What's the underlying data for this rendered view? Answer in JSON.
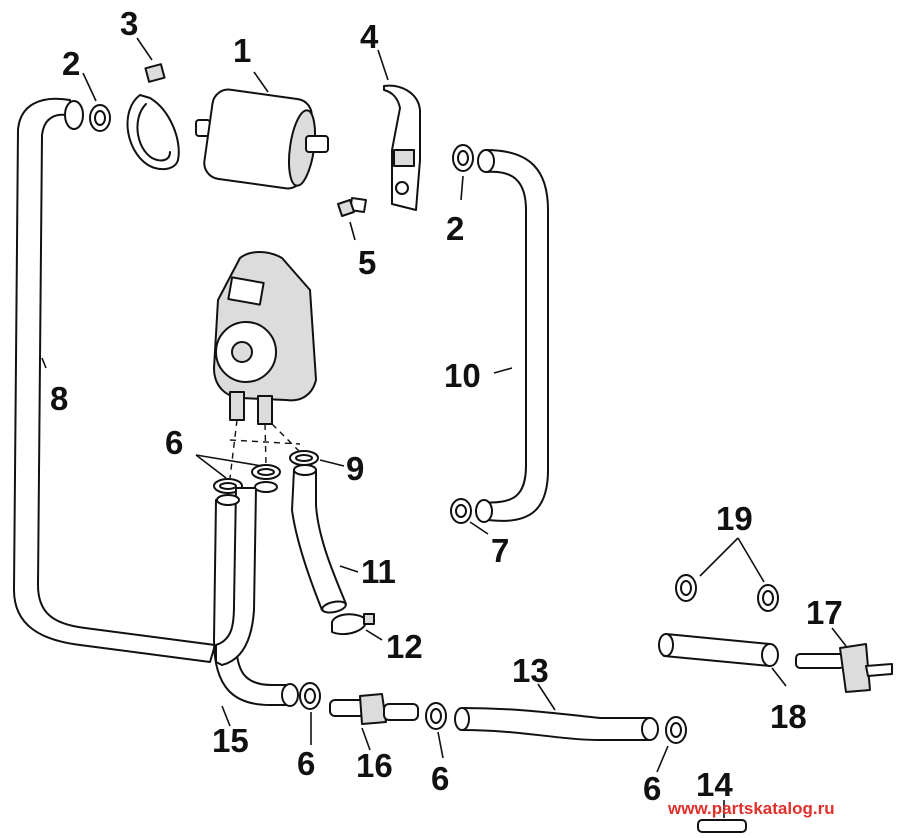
{
  "callouts": [
    {
      "key": "c1",
      "text": "1"
    },
    {
      "key": "c2a",
      "text": "2"
    },
    {
      "key": "c2b",
      "text": "2"
    },
    {
      "key": "c3",
      "text": "3"
    },
    {
      "key": "c4",
      "text": "4"
    },
    {
      "key": "c5",
      "text": "5"
    },
    {
      "key": "c6a",
      "text": "6"
    },
    {
      "key": "c6b",
      "text": "6"
    },
    {
      "key": "c6c",
      "text": "6"
    },
    {
      "key": "c6d",
      "text": "6"
    },
    {
      "key": "c7",
      "text": "7"
    },
    {
      "key": "c8",
      "text": "8"
    },
    {
      "key": "c9",
      "text": "9"
    },
    {
      "key": "c10",
      "text": "10"
    },
    {
      "key": "c11",
      "text": "11"
    },
    {
      "key": "c12",
      "text": "12"
    },
    {
      "key": "c13",
      "text": "13"
    },
    {
      "key": "c14",
      "text": "14"
    },
    {
      "key": "c15",
      "text": "15"
    },
    {
      "key": "c16",
      "text": "16"
    },
    {
      "key": "c17",
      "text": "17"
    },
    {
      "key": "c18",
      "text": "18"
    },
    {
      "key": "c19",
      "text": "19"
    }
  ],
  "watermark": "www.partskatalog.ru",
  "colors": {
    "ink": "#111111",
    "shade": "#dcdcdc",
    "watermark": "#e0302a"
  }
}
